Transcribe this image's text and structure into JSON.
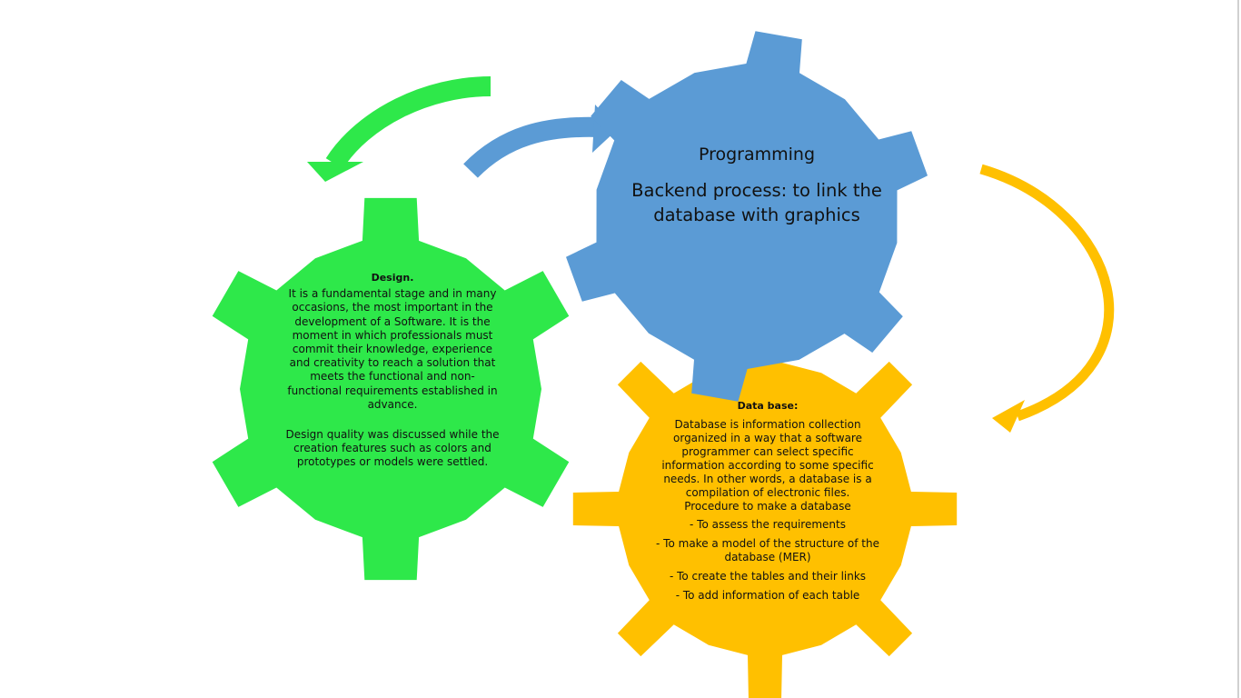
{
  "colors": {
    "green": "#2ee84a",
    "blue": "#5b9bd5",
    "yellow": "#ffc000"
  },
  "design": {
    "title": "Design.",
    "paragraph1": "It is a fundamental stage and in many occasions, the most important in the development of a Software. It is the moment in which professionals must commit their knowledge, experience and creativity to reach a solution that meets the functional and non-functional requirements established in advance.",
    "paragraph2": "Design quality was discussed while the creation features such as colors and prototypes or models were settled."
  },
  "programming": {
    "title": "Programming",
    "body": "Backend process: to link the database with graphics"
  },
  "database": {
    "title": "Data base:",
    "paragraph": "Database is information collection organized in a way that a software programmer can select specific information according to some specific needs. In other words, a database is a compilation of electronic files.",
    "procedure": "Procedure to make a database",
    "steps": [
      "- To assess the requirements",
      "- To make a model of the structure of the database (MER)",
      "- To create the tables and their links",
      "- To add information of each table"
    ]
  }
}
